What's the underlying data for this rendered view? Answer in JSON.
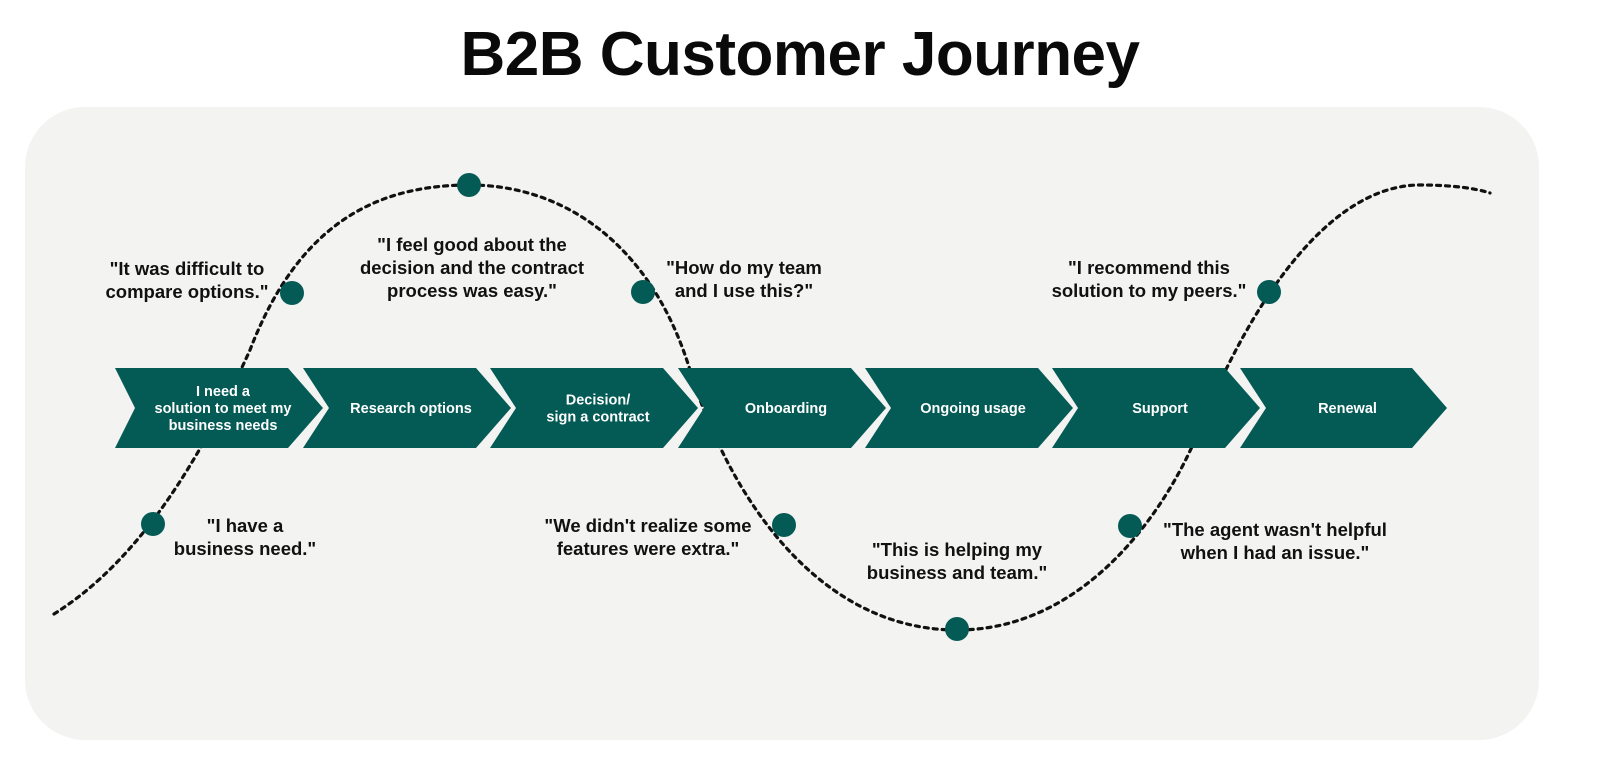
{
  "title": "B2B Customer Journey",
  "colors": {
    "accent": "#045a55",
    "panel": "#f3f3f2",
    "text": "#111111"
  },
  "stages": [
    {
      "lines": [
        "I need a",
        "solution to meet my",
        "business needs"
      ]
    },
    {
      "lines": [
        "Research options"
      ]
    },
    {
      "lines": [
        "Decision/",
        "sign a contract"
      ]
    },
    {
      "lines": [
        "Onboarding"
      ]
    },
    {
      "lines": [
        "Ongoing usage"
      ]
    },
    {
      "lines": [
        "Support"
      ]
    },
    {
      "lines": [
        "Renewal"
      ]
    }
  ],
  "quotes": [
    {
      "lines": [
        "\"I have a",
        "business need.\""
      ]
    },
    {
      "lines": [
        "\"It was difficult to",
        "compare options.\""
      ]
    },
    {
      "lines": [
        "\"I feel good about the",
        "decision and the contract",
        "process was easy.\""
      ]
    },
    {
      "lines": [
        "\"How do my team",
        "and I use this?\""
      ]
    },
    {
      "lines": [
        "\"We didn't realize some",
        "features were extra.\""
      ]
    },
    {
      "lines": [
        "\"This is helping my",
        "business and team.\""
      ]
    },
    {
      "lines": [
        "\"The agent wasn't helpful",
        "when I had an issue.\""
      ]
    },
    {
      "lines": [
        "\"I recommend this",
        "solution to my peers.\""
      ]
    }
  ]
}
